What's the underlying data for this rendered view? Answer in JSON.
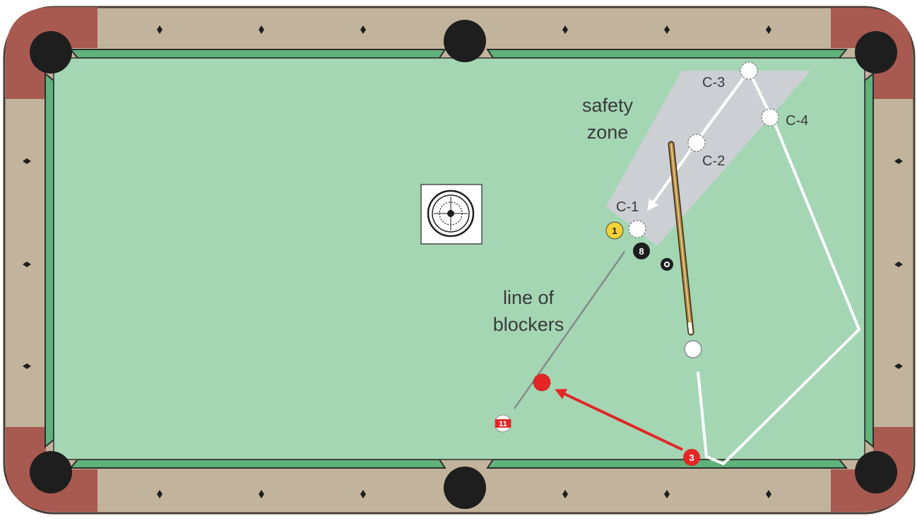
{
  "labels": {
    "safety_zone_line1": "safety",
    "safety_zone_line2": "zone",
    "blockers_line1": "line of",
    "blockers_line2": "blockers",
    "c1": "C-1",
    "c2": "C-2",
    "c3": "C-3",
    "c4": "C-4"
  },
  "balls": {
    "one": "1",
    "eight": "8",
    "three": "3",
    "eleven": "11"
  },
  "colors": {
    "frame": "#5a4a44",
    "wood": "#c2b49c",
    "corner": "#a85a50",
    "cushion": "#5fb27a",
    "felt": "#a4d6b4",
    "pocket": "#1e1e1e",
    "safety_zone": "#cfcfd6",
    "path": "#ffffff",
    "arrow_red": "#e32626",
    "yellow_ball": "#f0d234",
    "cue_stick": "#b48a3c"
  },
  "icons": {
    "target": "target-icon",
    "diamond": "diamond-sight-icon"
  }
}
